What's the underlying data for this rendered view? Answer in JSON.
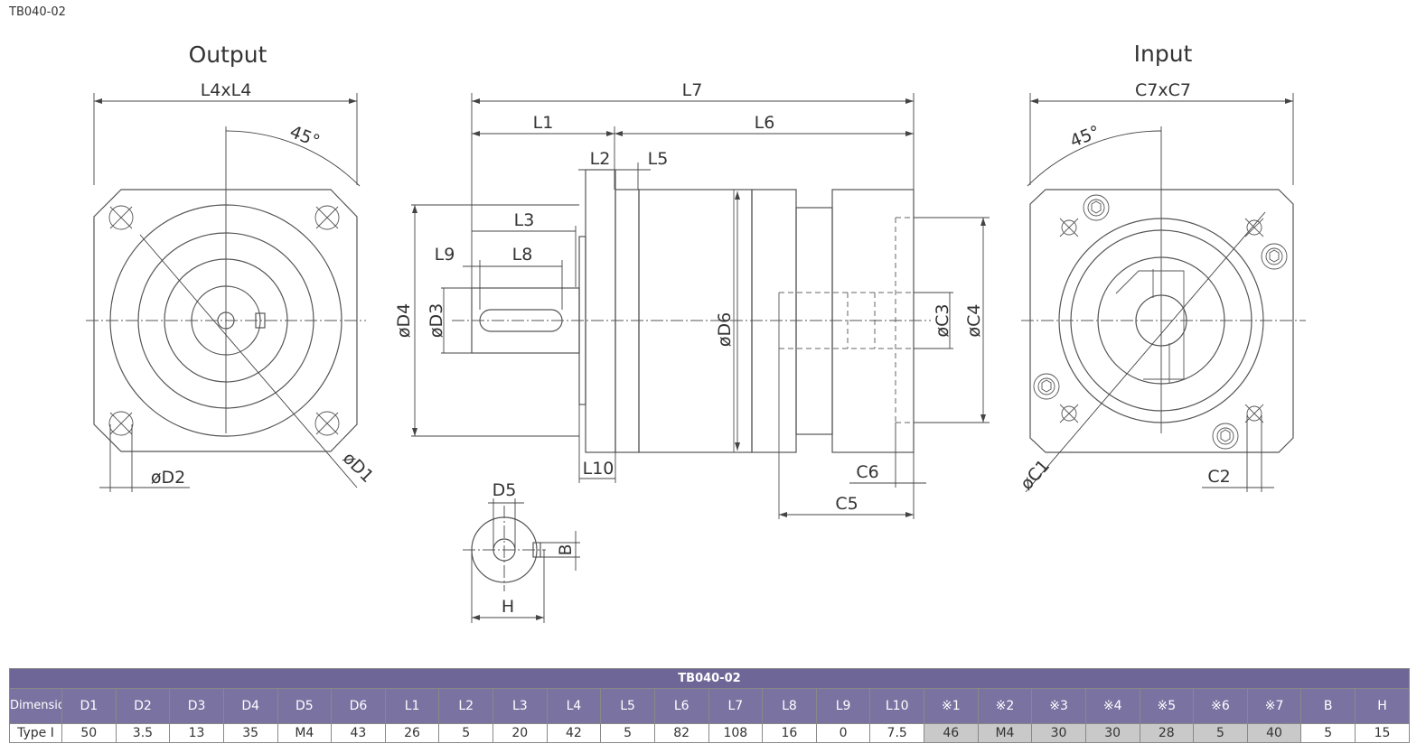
{
  "document_id": "TB040-02",
  "views": {
    "output_title": "Output",
    "input_title": "Input"
  },
  "labels": {
    "L4xL4": "L4xL4",
    "angle_out": "45°",
    "D1": "øD1",
    "D2": "øD2",
    "L7": "L7",
    "L1": "L1",
    "L6": "L6",
    "L2": "L2",
    "L5": "L5",
    "L3": "L3",
    "L9": "L9",
    "L8": "L8",
    "D4": "øD4",
    "D3": "øD3",
    "D6": "øD6",
    "C3": "øC3",
    "C4": "øC4",
    "L10": "L10",
    "C6": "C6",
    "C5": "C5",
    "D5": "D5",
    "B": "B",
    "H": "H",
    "C7xC7": "C7xC7",
    "angle_in": "45°",
    "C1": "øC1",
    "C2": "C2"
  },
  "table": {
    "title": "TB040-02",
    "headers": [
      "Dimension",
      "D1",
      "D2",
      "D3",
      "D4",
      "D5",
      "D6",
      "L1",
      "L2",
      "L3",
      "L4",
      "L5",
      "L6",
      "L7",
      "L8",
      "L9",
      "L10",
      "※1",
      "※2",
      "※3",
      "※4",
      "※5",
      "※6",
      "※7",
      "B",
      "H"
    ],
    "rows": [
      [
        "Type Ⅰ",
        "50",
        "3.5",
        "13",
        "35",
        "M4",
        "43",
        "26",
        "5",
        "20",
        "42",
        "5",
        "82",
        "108",
        "16",
        "0",
        "7.5",
        "46",
        "M4",
        "30",
        "30",
        "28",
        "5",
        "40",
        "5",
        "15"
      ]
    ],
    "highlight_color": "#c9c9c9",
    "header_color": "#7a73a2"
  }
}
